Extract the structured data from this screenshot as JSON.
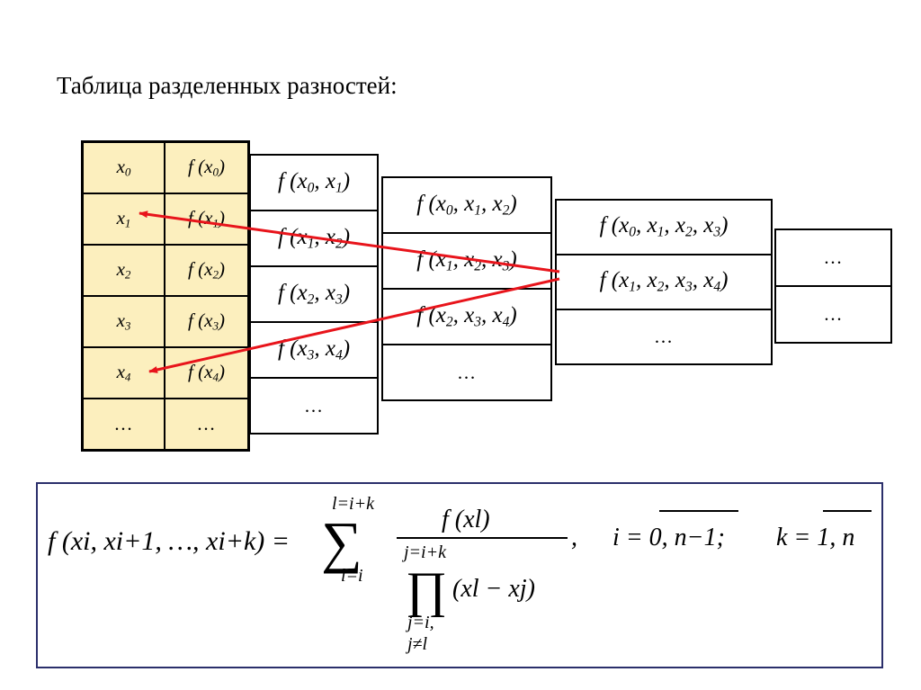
{
  "title": "Таблица разделенных разностей:",
  "table0": {
    "rows": [
      {
        "x": "x0",
        "f": "f (x0)"
      },
      {
        "x": "x1",
        "f": "f (x1)"
      },
      {
        "x": "x2",
        "f": "f (x2)"
      },
      {
        "x": "x3",
        "f": "f (x3)"
      },
      {
        "x": "x4",
        "f": "f (x4)"
      },
      {
        "x": "…",
        "f": "…"
      }
    ]
  },
  "table1": {
    "cells": [
      "f (x0, x1)",
      "f (x1, x2)",
      "f (x2, x3)",
      "f (x3, x4)",
      "…"
    ]
  },
  "table2": {
    "cells": [
      "f (x0, x1, x2)",
      "f (x1, x2, x3)",
      "f (x2, x3, x4)",
      "…"
    ]
  },
  "table3": {
    "cells": [
      "f (x0, x1, x2, x3)",
      "f (x1, x2, x3, x4)",
      "…"
    ]
  },
  "table4": {
    "cells": [
      "…",
      "…"
    ]
  },
  "formula": {
    "lhs": "f (xi, xi+1, …, xi+k) =",
    "sum_top": "l=i+k",
    "sum_bottom": "l=i",
    "numerator": "f (xl)",
    "prod_top": "j=i+k",
    "prod_term": "(xl − xj)",
    "prod_bottom1": "j=i,",
    "prod_bottom2": "j≠l",
    "range_i": "i = 0, n−1;",
    "range_k": "k = 1, n"
  },
  "colors": {
    "first_table_fill": "#fcefbe",
    "arrow": "#e8141b",
    "formula_border": "#2b2f6b"
  }
}
